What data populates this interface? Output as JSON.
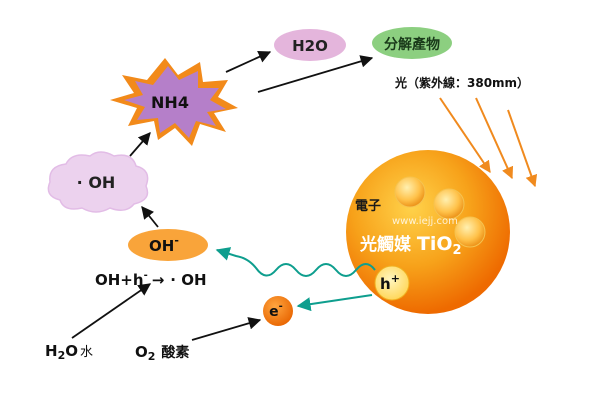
{
  "nodes": {
    "h2o_top": "H2O",
    "decomposition": "分解產物",
    "nh4": "NH4",
    "hydroxyl_radical": "· OH",
    "hydroxide_ion_base": "OH",
    "hydroxide_ion_charge": "-",
    "reaction_lhs": "OH+h",
    "reaction_lhs_charge": "-",
    "reaction_arrow": "→",
    "reaction_rhs": "· OH",
    "electron_base": "e",
    "electron_charge": "-",
    "hole_base": "h",
    "hole_charge": "+",
    "water_formula_base": "H",
    "water_formula_sub": "2",
    "water_formula_end": "O",
    "water_word": "水",
    "oxygen_base": "O",
    "oxygen_sub": "2",
    "oxygen_word": "酸素"
  },
  "light": {
    "label": "光（紫外線：380mm）"
  },
  "catalyst": {
    "electron_label": "電子",
    "name_prefix": "光觸媒 ",
    "name_formula": "TiO",
    "name_subscript": "2"
  },
  "watermark": "www.iejj.com",
  "colors": {
    "arrow": "#111111",
    "light_ray": "#f08a1e",
    "wavy": "#0e9e8e",
    "sphere_outer": "#f57d00",
    "sphere_inner": "#ffc85a",
    "ellipse_orange": "#f9a43a",
    "pill_pink": "#e4b5dc",
    "pill_green": "#8ccf80",
    "burst_purple": "#b57fc9",
    "burst_orange": "#f28a1a",
    "cloud_pink": "#ecd2ee"
  }
}
